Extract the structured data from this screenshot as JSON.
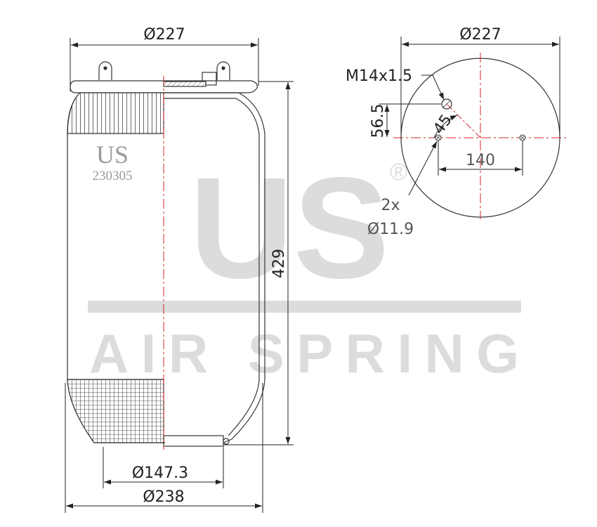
{
  "side_view": {
    "top_diameter": "Ø227",
    "height": "429",
    "base_inner_diameter": "Ø147.3",
    "base_outer_diameter": "Ø238",
    "brand_mark": "US",
    "part_number": "230305"
  },
  "top_view": {
    "diameter": "Ø227",
    "thread": "M14x1.5",
    "offset": "56.5",
    "angle": "45",
    "spacing": "140",
    "hole_count": "2x",
    "hole_diameter": "Ø11.9"
  },
  "watermark": {
    "logo": "US",
    "registered": "®",
    "tagline": "AIR SPRING",
    "color": "#dcdcdc"
  },
  "colors": {
    "outline": "#333333",
    "centerline": "#d9252a",
    "dimension": "#222222"
  }
}
